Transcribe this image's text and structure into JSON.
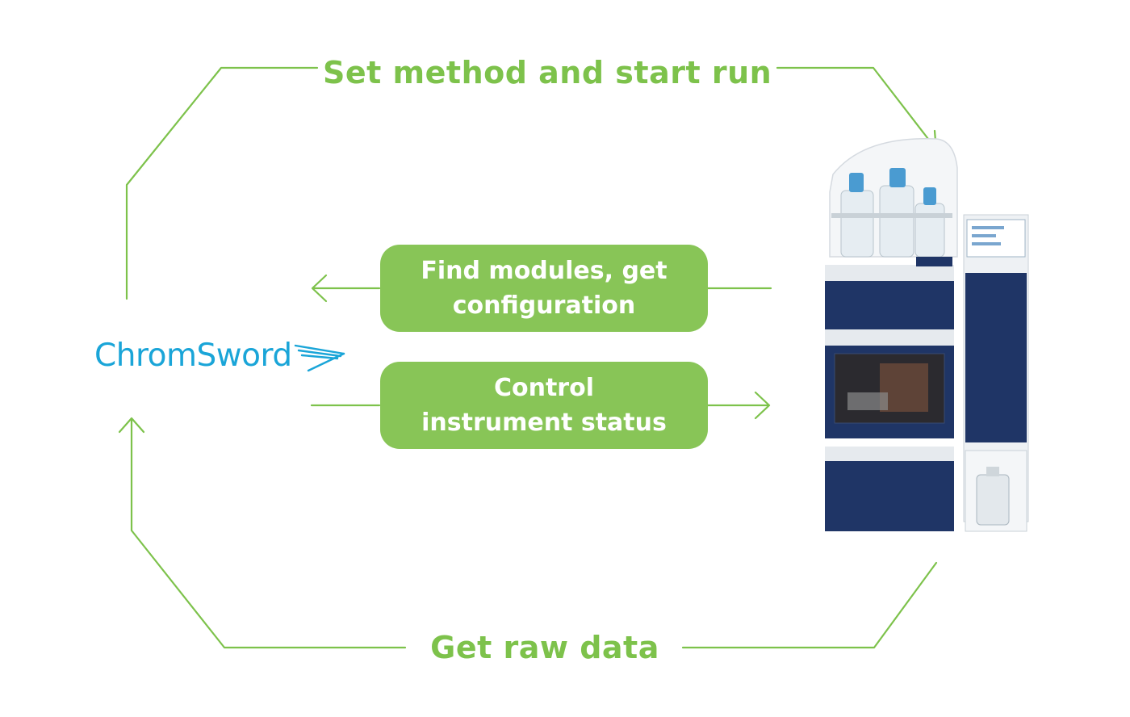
{
  "labels": {
    "top": "Set method and start run",
    "bottom": "Get raw data"
  },
  "pills": {
    "find": {
      "line1": "Find modules, get",
      "line2": "configuration"
    },
    "control": {
      "line1": "Control",
      "line2": "instrument status"
    }
  },
  "logo": {
    "text": "ChromSword"
  },
  "colors": {
    "accent_green": "#7dc24b",
    "pill_green": "#88c557",
    "logo_blue": "#1aa5d8",
    "instrument_navy": "#1f3566"
  },
  "icons": {
    "logo_mark": "sword-stripes-icon",
    "instrument": "hplc-instrument-image"
  }
}
